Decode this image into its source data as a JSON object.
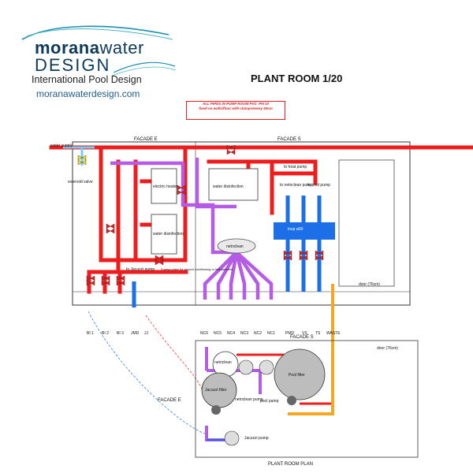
{
  "logo": {
    "brand_bold": "morana",
    "brand_light": "water",
    "brand_design": "DESIGN",
    "tagline": "International Pool Design",
    "url": "moranawaterdesign.com"
  },
  "title": "PLANT ROOM 1/20",
  "note": {
    "line1": "ALL PIPES IN PUMP ROOM PVC -PN 10",
    "line2": "fixed on walls/floor with clamps/every 60cm"
  },
  "facades": {
    "top_left": "FACADE E",
    "top_right": "FACADE S",
    "plan_top": "FACADE S",
    "plan_left": "FACADE E"
  },
  "labels": {
    "water_supply": "water supply",
    "solenoid_valve": "solenoid valve",
    "electric_heater": "electric heater",
    "water_disinfection_left": "water disinfection",
    "water_disinfection_top": "water disinfection",
    "to_heat_pump": "to heat pump",
    "to_netnclean_pump": "to netnclean pump",
    "to_pool_pump": "to pool pump",
    "loop": "loop ø90",
    "netnclean": "netnclean",
    "to_jacuzzi_pump": "to Jacuzzi pump",
    "three_way_valve": "3 ways valve for jacuzzi overflowing or independent",
    "door_top": "door (76cm)",
    "door_plan": "door (76cm)",
    "plan_netnclean": "netnclean",
    "jacuzzi_filter": "Jacuzzi filter",
    "pool_filter": "Pool filter",
    "netnclean_pump": "netnclean pump",
    "pool_pump": "pool pump",
    "jacuzzi_pump": "Jacuzzi pump",
    "plant_room_plan": "PLANT ROOM PLAN"
  },
  "bottom_labels": [
    "BI 1",
    "BI 2",
    "BI 3",
    "JMD",
    "JJ",
    "NC6",
    "NC5",
    "NC4",
    "NC3",
    "NC2",
    "NC1",
    "PMD",
    "VS",
    "TS",
    "WASTE"
  ],
  "colors": {
    "hot_pipe": "#ee1c1c",
    "cold_pipe": "#1c6fe6",
    "purple_pipe": "#b55ce6",
    "light_blue_pipe": "#7ec8ee",
    "orange_pipe": "#f5a623",
    "logo_navy": "#0d3a5c"
  }
}
